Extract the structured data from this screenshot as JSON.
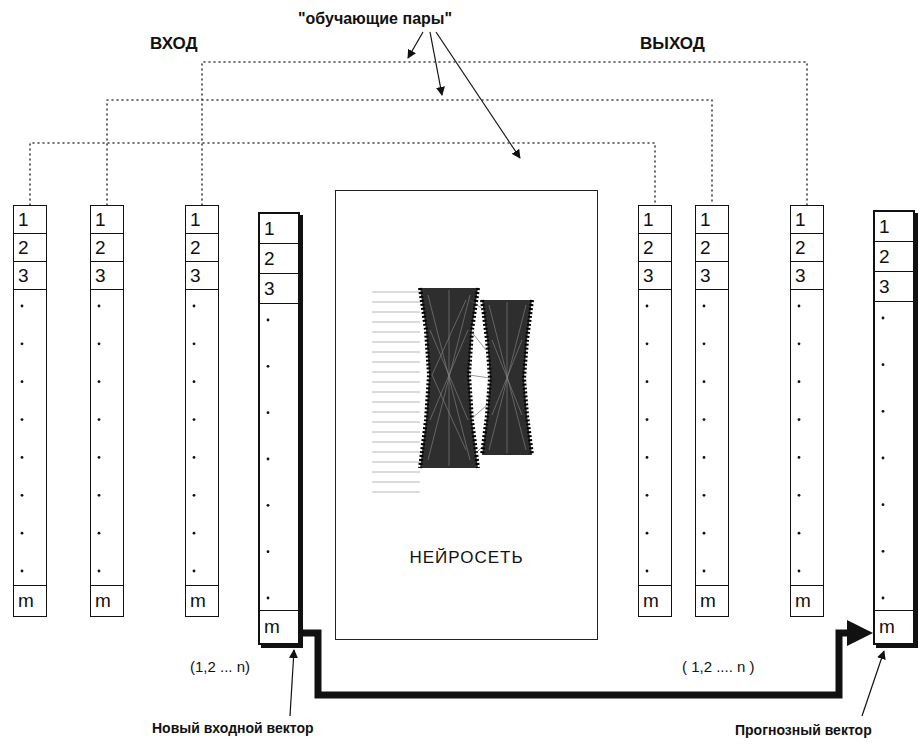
{
  "diagram": {
    "nodes": [
      {
        "text": [
          "1",
          "2",
          "3",
          "m"
        ]
      },
      {
        "text": [
          "1",
          "2",
          "3",
          "m"
        ]
      },
      {
        "text": [
          "1",
          "2",
          "3",
          "m"
        ]
      },
      {
        "text": [
          "1",
          "2",
          "3",
          "m"
        ]
      },
      {
        "text": [
          "НЕЙРОСЕТЬ"
        ]
      },
      {
        "text": [
          "1",
          "2",
          "3",
          "m"
        ]
      },
      {
        "text": [
          "1",
          "2",
          "3",
          "m"
        ]
      },
      {
        "text": [
          "1",
          "2",
          "3",
          "m"
        ]
      },
      {
        "text": [
          "1",
          "2",
          "3",
          "m"
        ]
      }
    ],
    "edges": [
      {
        "from": 0,
        "to": 5,
        "arrow": "none"
      },
      {
        "from": 1,
        "to": 6,
        "arrow": "none"
      },
      {
        "from": 2,
        "to": 7,
        "arrow": "none"
      },
      {
        "from": 3,
        "to": 8,
        "arrow": "to"
      }
    ],
    "labels": [
      "ВХОД",
      "\"обучающие пары\"",
      "ВЫХОД",
      "(1,2 ... n)",
      "( 1,2 .... n )",
      "Новый входной вектор",
      "Прогнозный вектор"
    ]
  }
}
